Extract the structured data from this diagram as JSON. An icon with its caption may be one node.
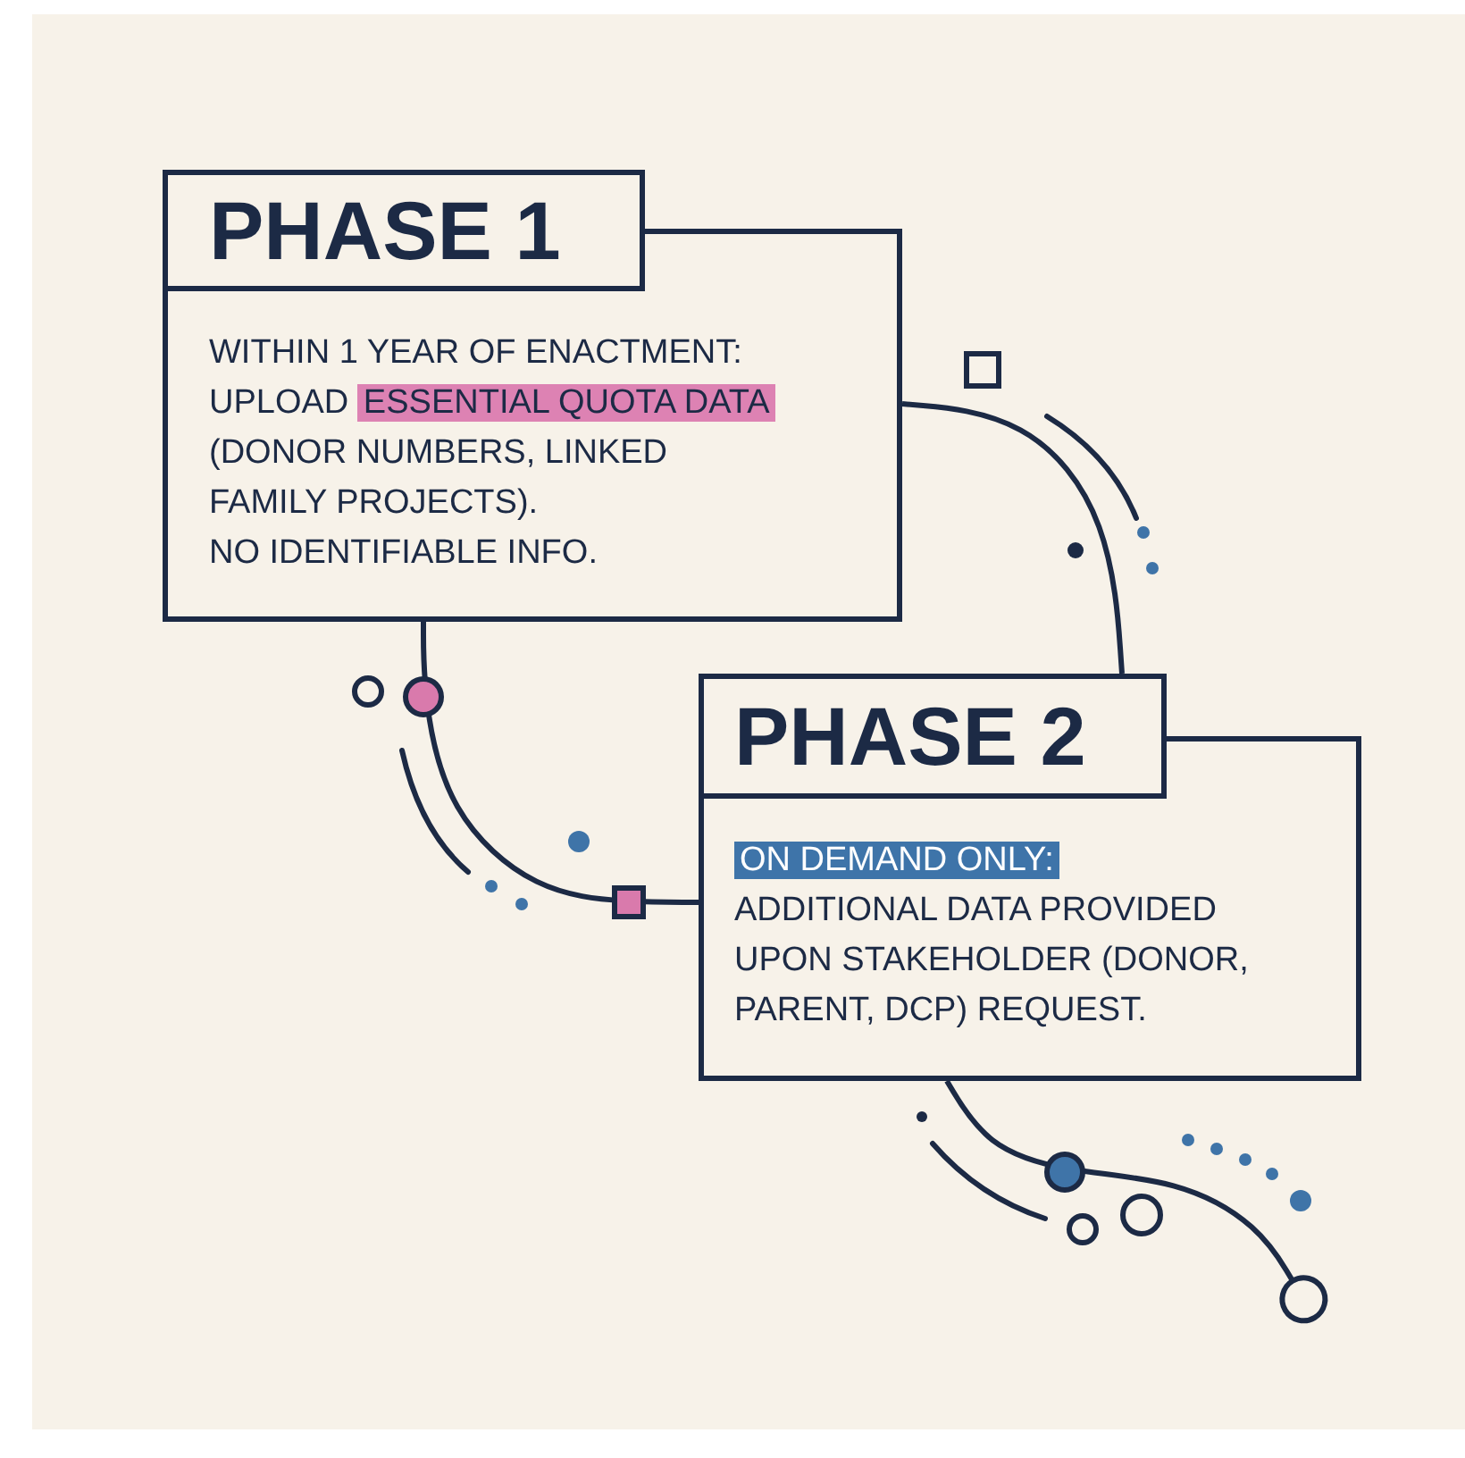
{
  "diagram": {
    "nodes": [
      {
        "text": [
          "PHASE 1",
          "WITHIN 1 YEAR OF ENACTMENT:",
          "UPLOAD",
          "ESSENTIAL QUOTA DATA",
          "(DONOR NUMBERS, LINKED FAMILY PROJECTS).",
          "NO IDENTIFIABLE INFO."
        ]
      },
      {
        "text": [
          "PHASE 2",
          "ON DEMAND ONLY:",
          "ADDITIONAL DATA PROVIDED UPON STAKEHOLDER (DONOR, PARENT, DCP) REQUEST."
        ]
      }
    ],
    "edges": [
      {
        "from": 0,
        "to": 1,
        "arrow": "none"
      },
      {
        "from": 0,
        "to": 1,
        "arrow": "none"
      },
      {
        "from": 1,
        "to": null,
        "arrow": "other"
      }
    ]
  }
}
